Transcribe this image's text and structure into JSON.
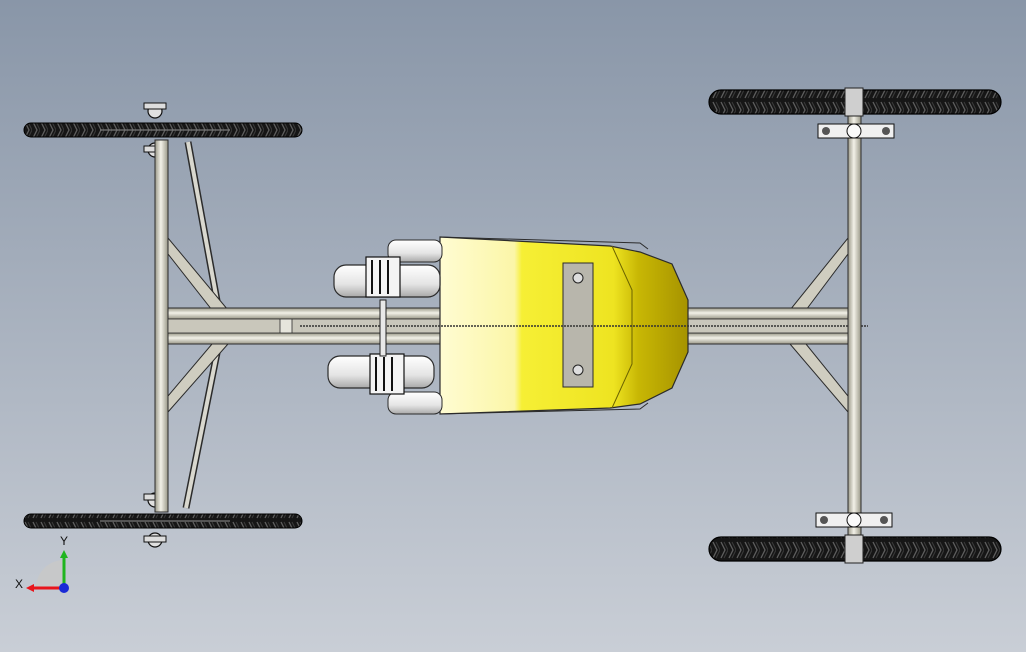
{
  "viewport": {
    "background_top": "#8996a8",
    "background_bottom": "#c9ced6"
  },
  "model": {
    "colors": {
      "frame": "#cfcdc0",
      "frame_edge": "#2b2b2b",
      "tire": "#161616",
      "tire_tread": "#6a6a6a",
      "seat_light": "#fffbc8",
      "seat_mid": "#f4ef2a",
      "seat_dark": "#c9b800",
      "plate": "#b8b6ac",
      "pedal": "#ececec",
      "axle": "#d9d9d9"
    },
    "parts": [
      "front-wheel-top",
      "front-wheel-bottom",
      "rear-wheel-top",
      "rear-wheel-bottom",
      "front-axle-cross-tube",
      "rear-axle",
      "main-frame-rails",
      "steering-tie-rod",
      "seat",
      "seat-mount-plate",
      "pedal-left",
      "pedal-right",
      "chain"
    ]
  },
  "triad": {
    "x_label": "X",
    "y_label": "Y",
    "x_color": "#e8141b",
    "y_color": "#1fb51f",
    "z_color": "#1a2ad6"
  }
}
